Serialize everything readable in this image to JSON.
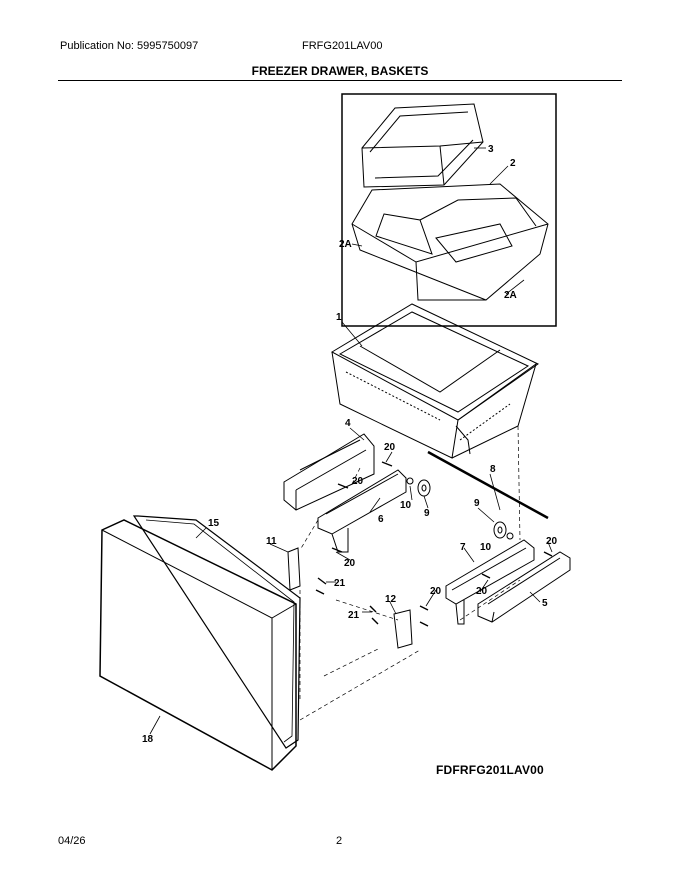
{
  "header": {
    "publication": "Publication No: 5995750097",
    "model": "FRFG201LAV00",
    "title": "FREEZER DRAWER, BASKETS"
  },
  "diagram": {
    "code": "FDFRFG201LAV00",
    "callouts": {
      "c1": "1",
      "c2": "2",
      "c2a_left": "2A",
      "c2a_right": "2A",
      "c3": "3",
      "c4": "4",
      "c5": "5",
      "c6": "6",
      "c7": "7",
      "c8": "8",
      "c9_a": "9",
      "c9_b": "9",
      "c10_a": "10",
      "c10_b": "10",
      "c11": "11",
      "c12": "12",
      "c15": "15",
      "c18": "18",
      "c20_a": "20",
      "c20_b": "20",
      "c20_c": "20",
      "c20_d": "20",
      "c20_e": "20",
      "c20_f": "20",
      "c21_a": "21",
      "c21_b": "21"
    }
  },
  "footer": {
    "date": "04/26",
    "page": "2"
  }
}
